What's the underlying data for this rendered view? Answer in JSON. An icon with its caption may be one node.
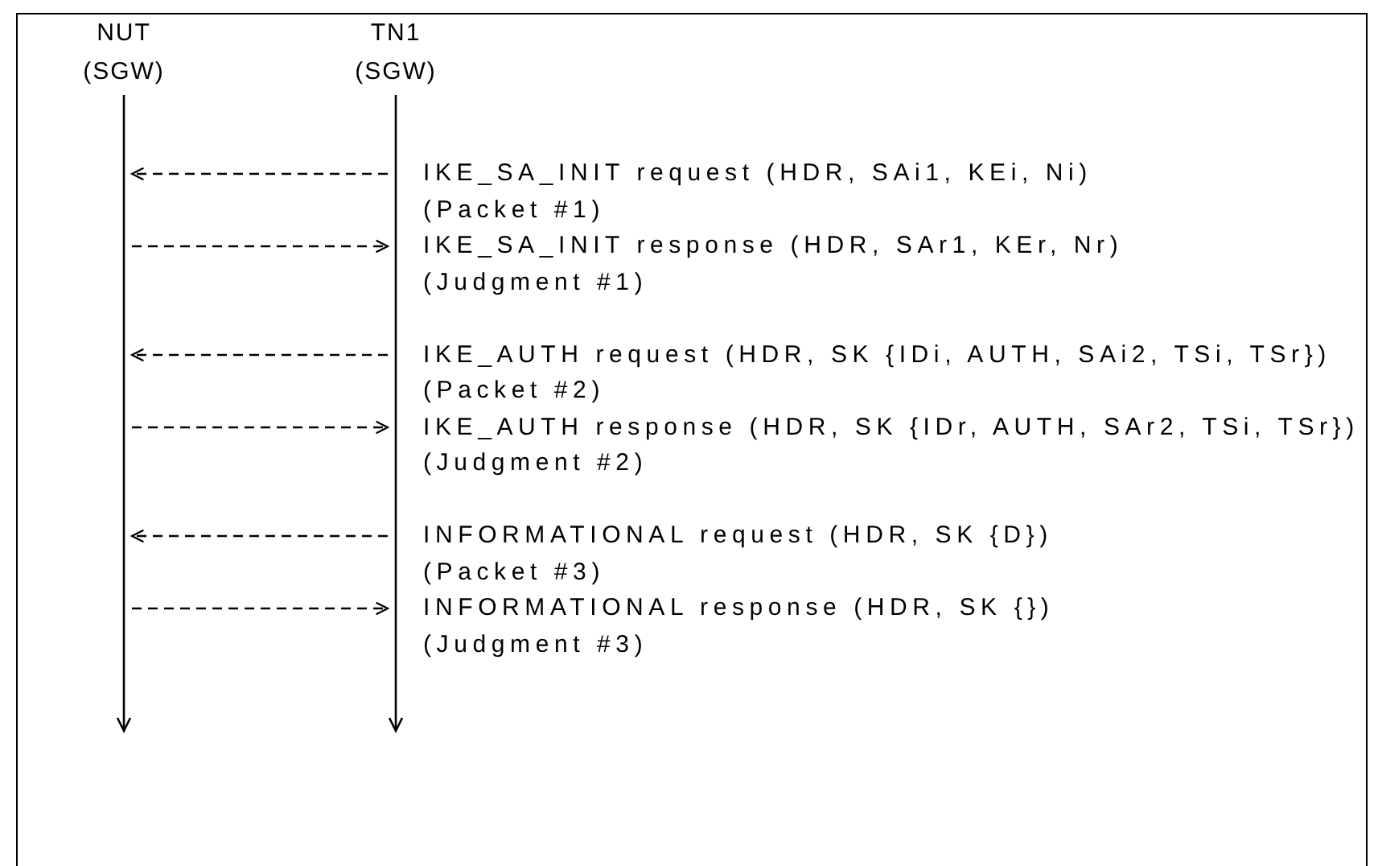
{
  "diagram": {
    "nodes": [
      {
        "text": [
          "NUT",
          "(SGW)"
        ]
      },
      {
        "text": [
          "TN1",
          "(SGW)"
        ]
      },
      {
        "text": [],
        "shape": "line"
      },
      {
        "text": [],
        "shape": "line"
      }
    ],
    "edges": [
      {
        "from": 3,
        "to": 2,
        "arrow": "to",
        "style": "dashed",
        "label": "IKE_SA_INIT request (HDR, SAi1, KEi, Ni)"
      },
      {
        "from": 2,
        "to": 3,
        "arrow": "to",
        "style": "dashed",
        "label": "IKE_SA_INIT response (HDR, SAr1, KEr, Nr)"
      },
      {
        "from": 3,
        "to": 2,
        "arrow": "to",
        "style": "dashed",
        "label": "IKE_AUTH request (HDR, SK {IDi, AUTH, SAi2, TSi, TSr})"
      },
      {
        "from": 2,
        "to": 3,
        "arrow": "to",
        "style": "dashed",
        "label": "IKE_AUTH response (HDR, SK {IDr, AUTH, SAr2, TSi, TSr})"
      },
      {
        "from": 3,
        "to": 2,
        "arrow": "to",
        "style": "dashed",
        "label": "INFORMATIONAL request (HDR, SK {D})"
      },
      {
        "from": 2,
        "to": 3,
        "arrow": "to",
        "style": "dashed",
        "label": "INFORMATIONAL response (HDR, SK {})"
      }
    ],
    "labels": [
      "(Packet #1)",
      "(Judgment #1)",
      "(Packet #2)",
      "(Judgment #2)",
      "(Packet #3)",
      "(Judgment #3)"
    ]
  }
}
